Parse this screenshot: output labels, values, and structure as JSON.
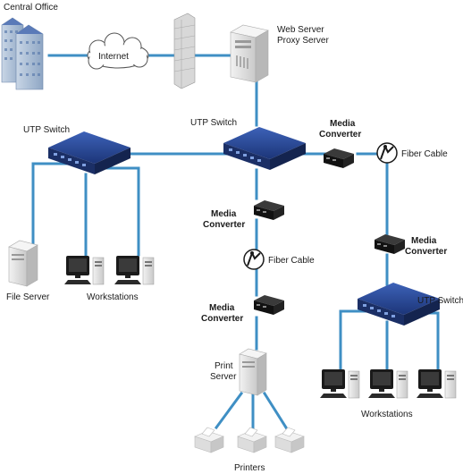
{
  "labels": {
    "central_office": "Central Office",
    "internet": "Internet",
    "web_server_line1": "Web Server",
    "web_server_line2": "Proxy Server",
    "utp_switch_left": "UTP Switch",
    "utp_switch_center": "UTP Switch",
    "utp_switch_right": "UTP Switch",
    "media_converter_top_1": "Media",
    "media_converter_top_2": "Converter",
    "media_converter_mid_1": "Media",
    "media_converter_mid_2": "Converter",
    "media_converter_low_1": "Media",
    "media_converter_low_2": "Converter",
    "media_converter_right_1": "Media",
    "media_converter_right_2": "Converter",
    "fiber_cable_top": "Fiber Cable",
    "fiber_cable_mid": "Fiber Cable",
    "file_server": "File Server",
    "workstations_left": "Workstations",
    "workstations_right": "Workstations",
    "print_server_line1": "Print",
    "print_server_line2": "Server",
    "printers": "Printers"
  },
  "icons": {
    "building": "office-building-icon",
    "cloud": "cloud-icon",
    "firewall": "brick-firewall-icon",
    "server": "tower-server-icon",
    "switch": "network-switch-icon",
    "converter": "media-converter-icon",
    "fiber": "fiber-connector-icon",
    "workstation": "workstation-icon",
    "printer": "printer-icon"
  },
  "colors": {
    "wire": "#3f8fc4",
    "switch": "#2b4b9b",
    "converter": "#1a1a1a"
  }
}
